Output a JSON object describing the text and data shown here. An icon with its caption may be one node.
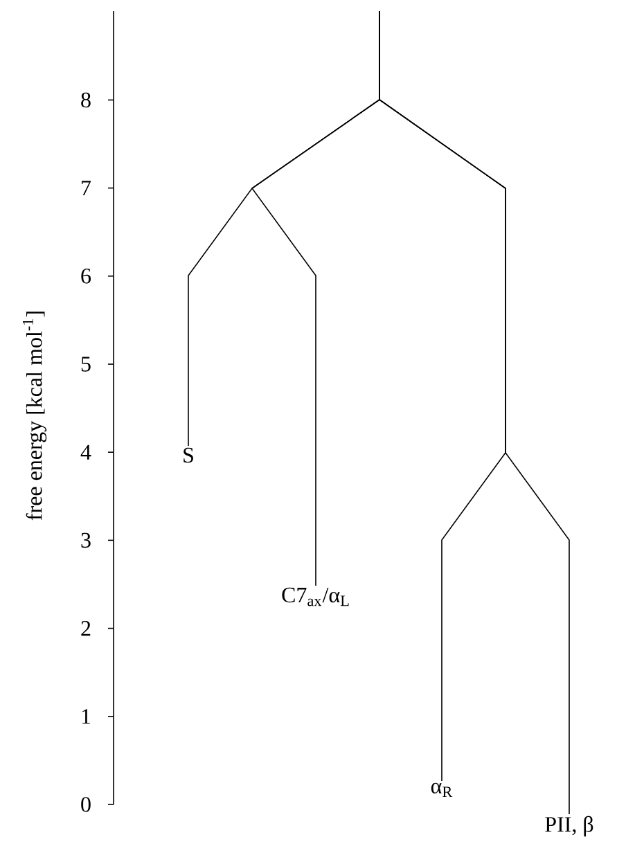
{
  "diagram": {
    "nodes": [
      {
        "text": [
          "S"
        ]
      },
      {
        "text": [
          "C7$_{ax}$/α$_{L}$"
        ]
      },
      {
        "text": [
          "α$_{R}$"
        ]
      },
      {
        "text": [
          "PII, β"
        ]
      }
    ],
    "edges": [
      {
        "from": null,
        "to": 0,
        "arrow": "none"
      },
      {
        "from": null,
        "to": 1,
        "arrow": "none"
      },
      {
        "from": null,
        "to": 2,
        "arrow": "none"
      },
      {
        "from": null,
        "to": 3,
        "arrow": "none"
      }
    ],
    "labels": [
      "free energy [kcal mol$^{-1}$]",
      "8",
      "7",
      "6",
      "5",
      "4",
      "3",
      "2",
      "1",
      "0"
    ]
  }
}
